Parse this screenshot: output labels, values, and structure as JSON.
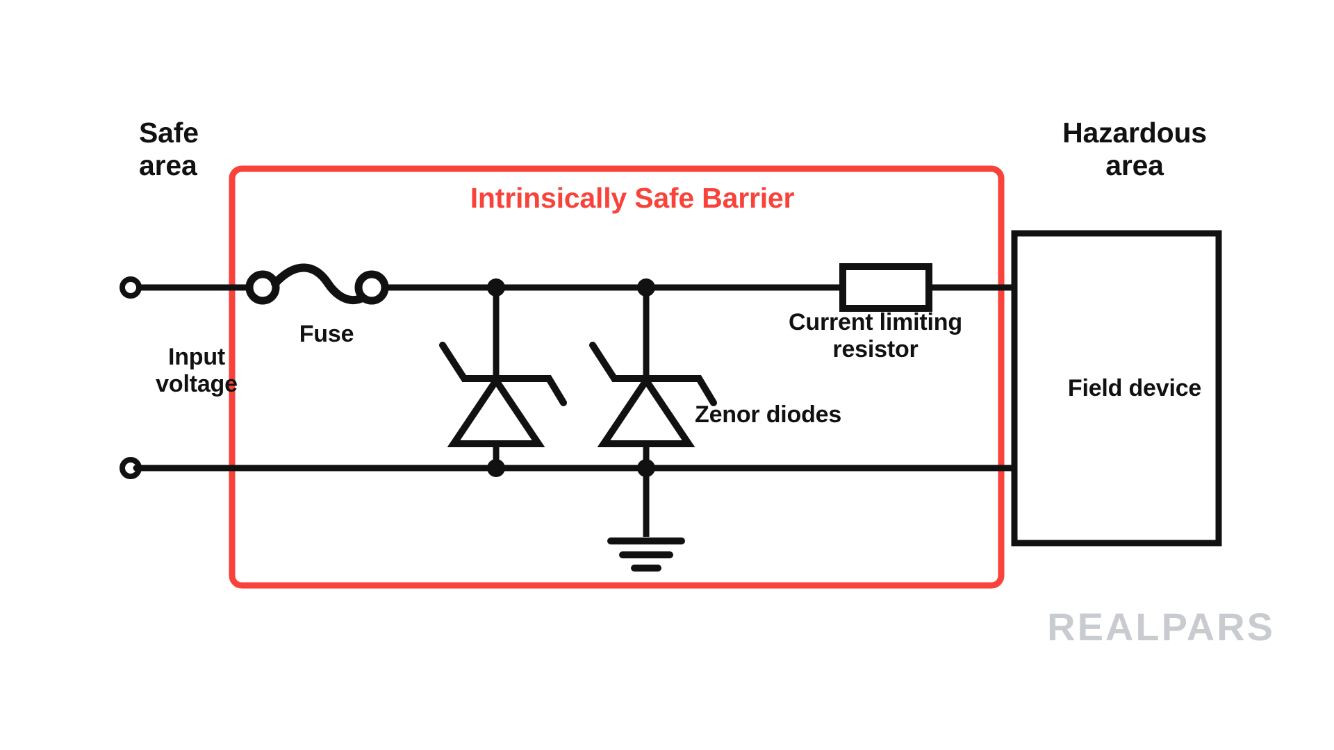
{
  "diagram": {
    "title": "Intrinsically Safe Barrier",
    "barrier_color": "#F9423A",
    "line_color": "#111111",
    "background": "#FFFFFF",
    "labels": {
      "safe_area": "Safe\narea",
      "hazardous_area": "Hazardous\narea",
      "input_voltage": "Input\nvoltage",
      "fuse": "Fuse",
      "zener_diodes": "Zenor diodes",
      "current_limiting_resistor": "Current limiting\nresistor",
      "field_device": "Field device"
    },
    "components": [
      {
        "name": "fuse",
        "label": "Fuse",
        "type": "fuse"
      },
      {
        "name": "zener-diode-1",
        "label": "Zenor diodes",
        "type": "zener-diode"
      },
      {
        "name": "zener-diode-2",
        "label": "Zenor diodes",
        "type": "zener-diode"
      },
      {
        "name": "current-limiting-resistor",
        "label": "Current limiting resistor",
        "type": "resistor"
      },
      {
        "name": "ground",
        "label": "",
        "type": "earth-ground"
      },
      {
        "name": "field-device",
        "label": "Field device",
        "type": "block"
      },
      {
        "name": "input-terminal-top",
        "label": "",
        "type": "terminal"
      },
      {
        "name": "input-terminal-bottom",
        "label": "",
        "type": "terminal"
      }
    ],
    "watermark": "REALPARS",
    "watermark_color": "#C8CBD0"
  }
}
